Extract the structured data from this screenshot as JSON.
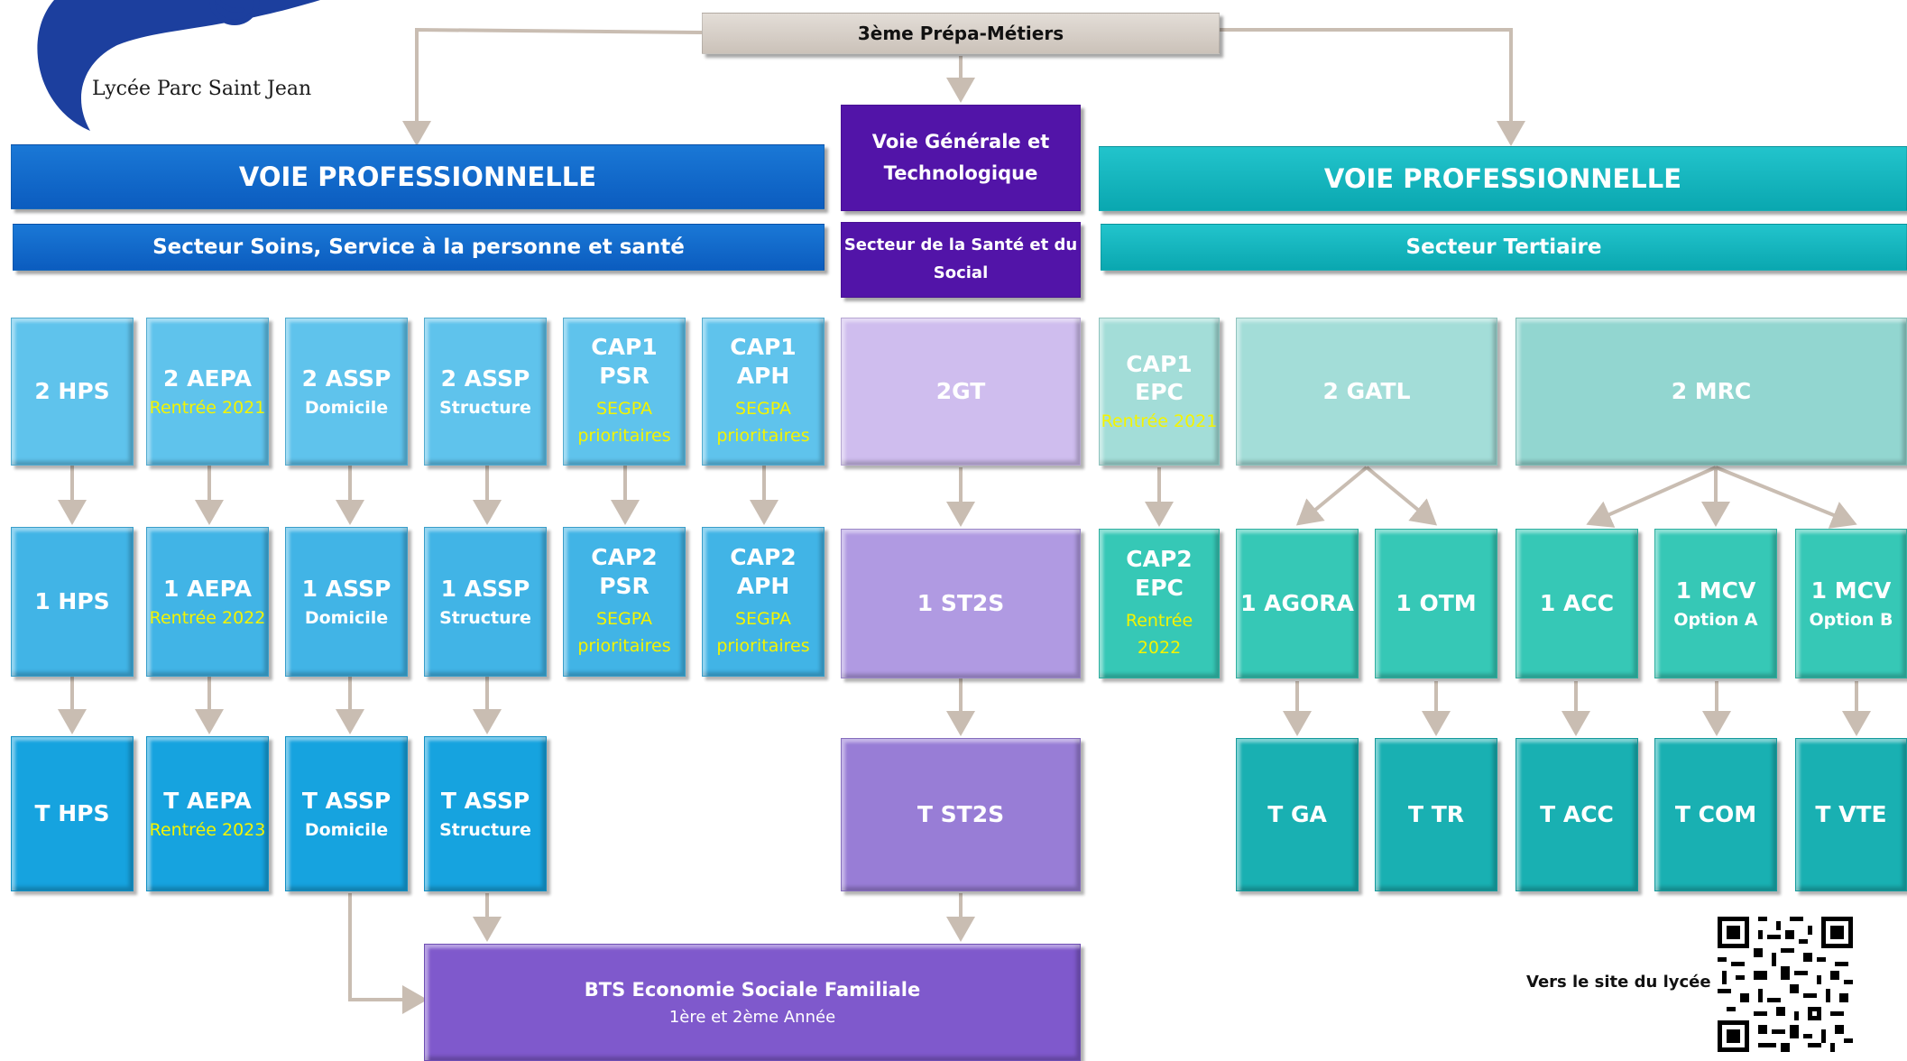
{
  "logo": {
    "name": "Lycée Parc Saint Jean"
  },
  "top_box": "3ème Prépa-Métiers",
  "left": {
    "voie": "VOIE PROFESSIONNELLE",
    "secteur": "Secteur Soins, Service à la personne et santé",
    "row1": [
      {
        "title": "2 HPS",
        "sub": ""
      },
      {
        "title": "2 AEPA",
        "sub": "Rentrée 2021"
      },
      {
        "title": "2 ASSP",
        "sub": "Domicile"
      },
      {
        "title": "2 ASSP",
        "sub": "Structure"
      },
      {
        "title": "CAP1 PSR",
        "sub1": "SEGPA",
        "sub2": "prioritaires"
      },
      {
        "title": "CAP1 APH",
        "sub1": "SEGPA",
        "sub2": "prioritaires"
      }
    ],
    "row2": [
      {
        "title": "1 HPS",
        "sub": ""
      },
      {
        "title": "1 AEPA",
        "sub": "Rentrée 2022"
      },
      {
        "title": "1 ASSP",
        "sub": "Domicile"
      },
      {
        "title": "1 ASSP",
        "sub": "Structure"
      },
      {
        "title": "CAP2 PSR",
        "sub1": "SEGPA",
        "sub2": "prioritaires"
      },
      {
        "title": "CAP2 APH",
        "sub1": "SEGPA",
        "sub2": "prioritaires"
      }
    ],
    "row3": [
      {
        "title": "T HPS",
        "sub": ""
      },
      {
        "title": "T AEPA",
        "sub": "Rentrée 2023"
      },
      {
        "title": "T ASSP",
        "sub": "Domicile"
      },
      {
        "title": "T ASSP",
        "sub": "Structure"
      }
    ]
  },
  "middle": {
    "voie_line1": "Voie Générale et",
    "voie_line2": "Technologique",
    "secteur_line1": "Secteur de la Santé et du",
    "secteur_line2": "Social",
    "row1": "2GT",
    "row2": "1 ST2S",
    "row3": "T ST2S"
  },
  "right": {
    "voie": "VOIE PROFESSIONNELLE",
    "secteur": "Secteur Tertiaire",
    "row1": {
      "cap": {
        "title": "CAP1 EPC",
        "sub": "Rentrée 2021"
      },
      "gatl": "2 GATL",
      "mrc": "2 MRC"
    },
    "row2": [
      {
        "title": "CAP2 EPC",
        "sub1": "Rentrée",
        "sub2": "2022"
      },
      {
        "title": "1 AGORA",
        "sub": ""
      },
      {
        "title": "1 OTM",
        "sub": ""
      },
      {
        "title": "1 ACC",
        "sub": ""
      },
      {
        "title": "1 MCV",
        "sub": "Option A"
      },
      {
        "title": "1 MCV",
        "sub": "Option B"
      }
    ],
    "row3": [
      "T GA",
      "T TR",
      "T ACC",
      "T COM",
      "T VTE"
    ]
  },
  "bts": {
    "title": "BTS Economie Sociale Familiale",
    "sub": "1ère et  2ème Année"
  },
  "qr": {
    "label": "Vers le site du lycée :"
  },
  "colors": {
    "connector": "#c9bdb2",
    "blue_banner": "#0b5cbf",
    "teal_banner": "#0aa7b0",
    "purple_banner": "#5214a8",
    "subtitle_yellow": "#f4f400"
  }
}
